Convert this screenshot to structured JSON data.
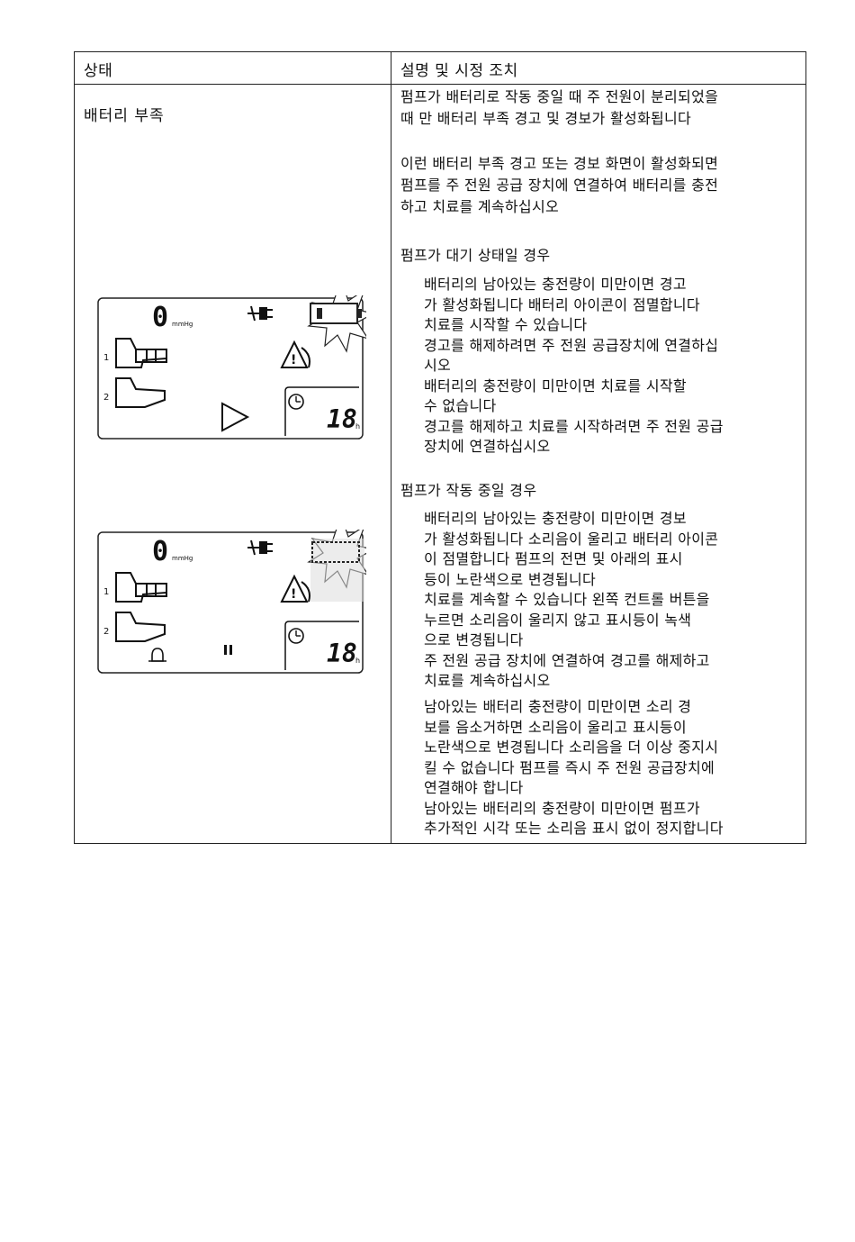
{
  "table": {
    "header_state": "상태",
    "header_description": "설명 및 시정 조치",
    "state_name": "배터리 부족"
  },
  "intro": {
    "p1_l1": "펌프가 배터리로 작동 중일 때 주 전원이 분리되었을",
    "p1_l2": "때 만 배터리 부족 경고 및 경보가 활성화됩니다",
    "p2_l1": "이런 배터리 부족 경고 또는 경보 화면이 활성화되면",
    "p2_l2": "펌프를 주 전원 공급 장치에 연결하여 배터리를 충전",
    "p2_l3": "하고 치료를 계속하십시오"
  },
  "standby": {
    "heading": "펌프가 대기 상태일 경우",
    "l1": "배터리의 남아있는 충전량이         미만이면 경고",
    "l2": "가 활성화됩니다  배터리 아이콘이 점멸합니다",
    "l3": "치료를 시작할 수 있습니다",
    "l4": "경고를 해제하려면 주 전원 공급장치에 연결하십",
    "l5": "시오",
    "l6": "배터리의 충전량이         미만이면 치료를 시작할",
    "l7": "수 없습니다",
    "l8": "경고를 해제하고 치료를 시작하려면 주 전원 공급",
    "l9": "장치에 연결하십시오"
  },
  "running": {
    "heading": "펌프가 작동 중일 경우",
    "l1": "배터리의 남아있는 충전량이         미만이면 경보",
    "l2": "가 활성화됩니다  소리음이 울리고 배터리 아이콘",
    "l3": "이 점멸합니다  펌프의 전면 및 아래의         표시",
    "l4": "등이 노란색으로 변경됩니다",
    "l5": "치료를 계속할 수 있습니다  왼쪽 컨트롤 버튼을",
    "l6": "누르면 소리음이 울리지 않고         표시등이 녹색",
    "l7": "으로 변경됩니다",
    "l8": "주 전원 공급 장치에 연결하여 경고를 해제하고",
    "l9": "치료를 계속하십시오",
    "m1": "남아있는 배터리 충전량이       미만이면 소리 경",
    "m2": "보를 음소거하면 소리음이 울리고         표시등이",
    "m3": "노란색으로 변경됩니다  소리음을 더 이상 중지시",
    "m4": "킬 수 없습니다  펌프를 즉시 주 전원 공급장치에",
    "m5": "연결해야 합니다",
    "m6": "남아있는 배터리의 충전량이       미만이면 펌프가",
    "m7": "추가적인 시각 또는 소리음 표시 없이 정지합니다"
  },
  "lcd1": {
    "pressure": "0",
    "unit": "mmHg",
    "leg1": "1",
    "leg2": "2",
    "timer": "18",
    "timer_unit": "h"
  },
  "lcd2": {
    "pressure": "0",
    "unit": "mmHg",
    "leg1": "1",
    "leg2": "2",
    "timer": "18",
    "timer_unit": "h"
  }
}
